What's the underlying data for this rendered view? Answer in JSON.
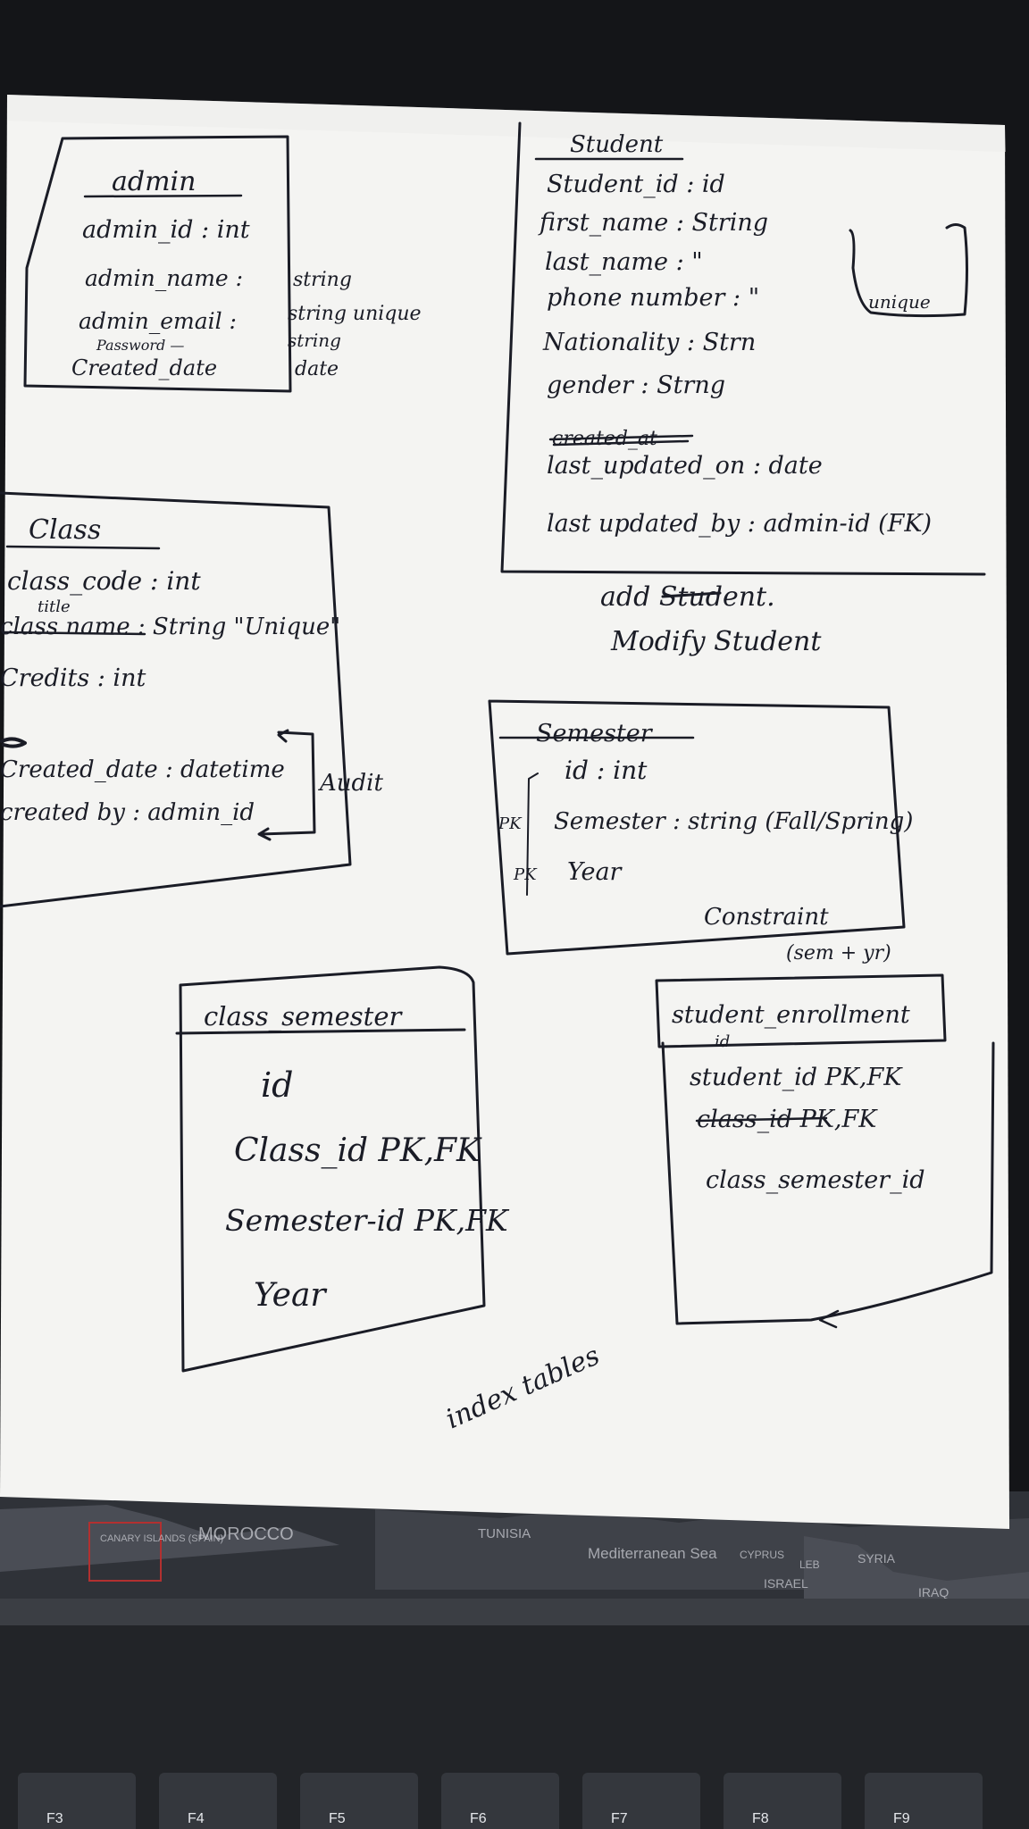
{
  "colors": {
    "paper": "#f4f4f2",
    "ink": "#1a1c26",
    "desk": "#1b1d21",
    "map_sea": "#3a3d45",
    "keyboard": "#2a2c31"
  },
  "admin": {
    "title": "admin",
    "fields": [
      "admin_id : int",
      "admin_name :",
      "admin_email :",
      "Password —",
      "Created_date"
    ],
    "types": [
      "string",
      "string unique",
      "string",
      "date"
    ]
  },
  "student": {
    "title": "Student",
    "fields": [
      "Student_id : id",
      "first_name : String",
      "last_name : \"",
      "phone number : \"",
      "Nationality : Strn",
      "gender : Strng",
      "created_at",
      "last_updated_on : date",
      "last updated_by : admin-id (FK)"
    ],
    "note": "unique"
  },
  "actions": [
    "add Student.",
    "Modify Student"
  ],
  "class": {
    "title": "Class",
    "fields": [
      "class_code : int",
      "class name : String \"Unique\"",
      "Credits : int",
      "Created_date : datetime",
      "created by : admin_id"
    ],
    "insert": "title",
    "note": "Audit"
  },
  "semester": {
    "title": "Semester",
    "fields": [
      "id : int",
      "Semester : string (Fall/Spring)",
      "Year"
    ],
    "pk_marks": [
      "PK",
      "PK"
    ],
    "constraint": "Constraint",
    "constraint_note": "(sem + yr)"
  },
  "class_semester": {
    "title": "class_semester",
    "fields": [
      "id",
      "Class_id PK,FK",
      "Semester-id PK,FK",
      "Year"
    ]
  },
  "student_enrollment": {
    "title": "student_enrollment",
    "id_mark": "id",
    "fields": [
      "student_id PK,FK",
      "class_id PK,FK",
      "class_semester_id"
    ]
  },
  "bottom_note": "index tables",
  "map_labels": [
    "CANARY ISLANDS (SPAIN)",
    "MOROCCO",
    "TUNISIA",
    "Mediterranean Sea",
    "CYPRUS",
    "LEB",
    "ISRAEL",
    "SYRIA",
    "IRAQ"
  ],
  "keys": [
    "F3",
    "F4",
    "F5",
    "F6",
    "F7",
    "F8",
    "F9"
  ]
}
